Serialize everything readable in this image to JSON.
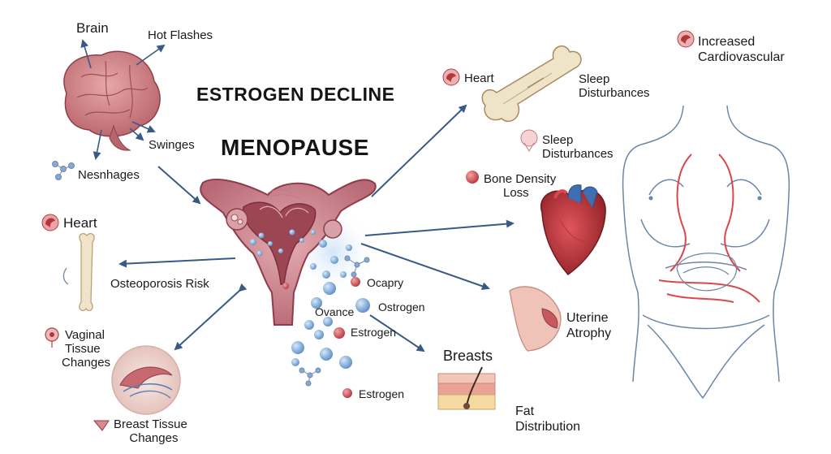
{
  "titles": {
    "estrogen_decline": "ESTROGEN DECLINE",
    "menopause": "MENOPAUSE"
  },
  "labels": {
    "brain": "Brain",
    "hot_flashes": "Hot Flashes",
    "swinges": "Swinges",
    "nesnhages": "Nesnhages",
    "heart_left": "Heart",
    "osteoporosis_risk": "Osteoporosis Risk",
    "vaginal_tissue_changes": [
      "Vaginal",
      "Tissue",
      "Changes"
    ],
    "breast_tissue_changes": [
      "Breast Tissue",
      "Changes"
    ],
    "ocapry": "Ocapry",
    "ovance": "Ovance",
    "ostrogen": "Ostrogen",
    "estrogen_mid": "Estrogen",
    "estrogen_low": "Estrogen",
    "heart_top": "Heart",
    "sleep_disturbances_1": [
      "Sleep",
      "Disturbances"
    ],
    "sleep_disturbances_2": [
      "Sleep",
      "Disturbances"
    ],
    "bone_density_loss": [
      "Bone Density",
      "Loss"
    ],
    "breasts": "Breasts",
    "fat_distribution": [
      "Fat",
      "Distribution"
    ],
    "uterine_atrophy": [
      "Uterine",
      "Atrophy"
    ],
    "increased_cardiovascular": [
      "Increased",
      "Cardiovascular"
    ]
  },
  "colors": {
    "arrow": "#3a5a86",
    "organ_pink": "#c97a82",
    "organ_dark": "#8e3c4a",
    "molecule_blue": "#6f9fd0",
    "dot_red": "#c9484e",
    "body_line": "#6b86a8",
    "body_red": "#d8484c",
    "bone": "#efe3c8"
  }
}
